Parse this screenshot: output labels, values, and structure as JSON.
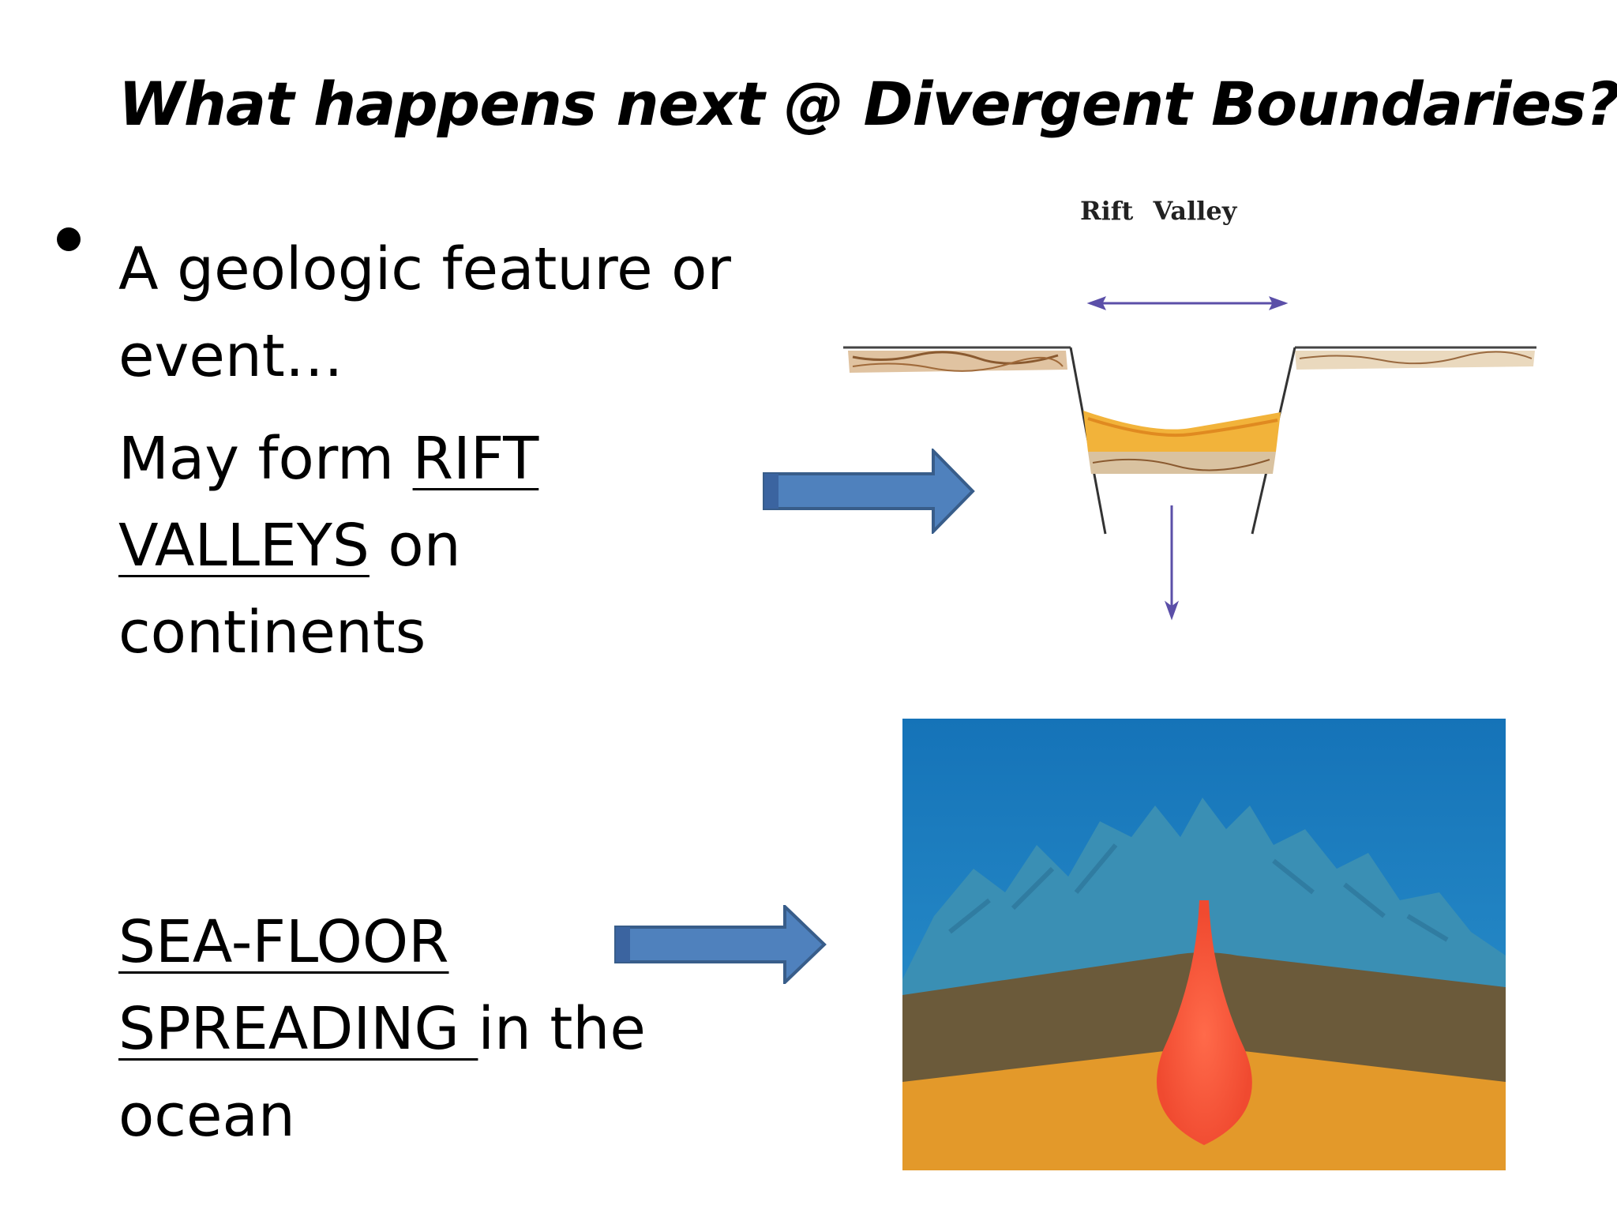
{
  "slide": {
    "title": "What happens next @ Divergent Boundaries?",
    "bullet_line1": "A geologic feature or",
    "bullet_line2": "event…",
    "rift_prefix": "May form ",
    "rift_underlined_1": "RIFT",
    "rift_underlined_2": "VALLEYS",
    "rift_suffix": " on",
    "rift_line3": "continents",
    "sea_underlined_1": "SEA-FLOOR",
    "sea_underlined_2": "SPREADING ",
    "sea_suffix": "in the",
    "sea_line3": "ocean"
  },
  "figures": {
    "rift_valley": {
      "label": "Rift Valley"
    },
    "seafloor": {}
  },
  "colors": {
    "arrow_fill": "#4f81bd",
    "arrow_stroke": "#385d8a",
    "direction_arrow": "#5b4fa8",
    "ocean": "#1f7fbf",
    "ridge": "#3a8fb4",
    "crust": "#6b5a3a",
    "mantle": "#e3992a",
    "magma": "#f05a3c"
  }
}
